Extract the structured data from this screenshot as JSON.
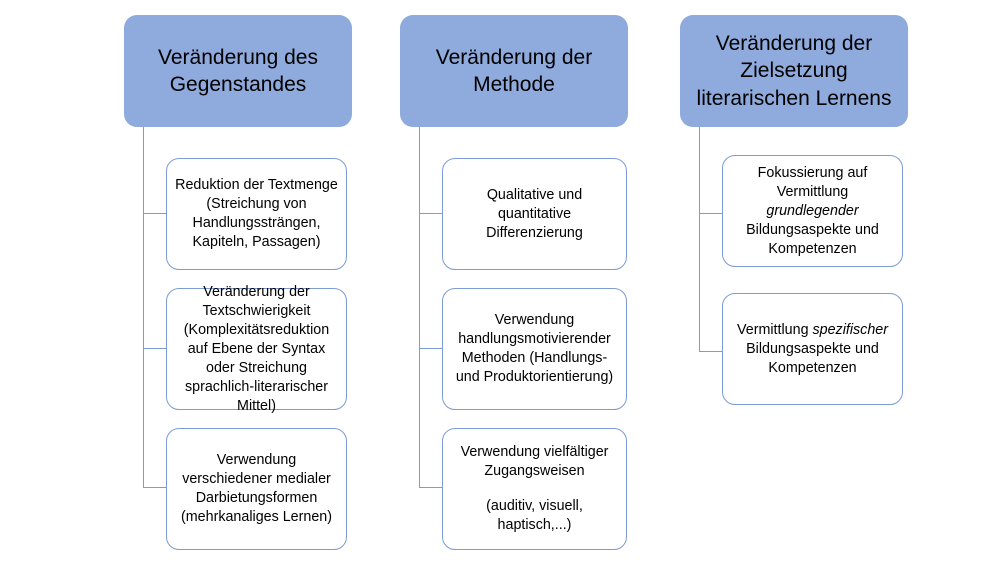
{
  "diagram": {
    "title_implicit": "",
    "accent_fill": "#8FAADC",
    "connector_color": "#7D9BD4",
    "box_border_color": "#7D9BD4",
    "background": "#FFFFFF",
    "columns": [
      {
        "id": "gegenstand",
        "header": "Veränderung des Gegenstandes",
        "items": [
          {
            "id": "reduktion-textmenge",
            "lines": [
              "Reduktion der Textmenge (Streichung von Handlungssträngen, Kapiteln, Passagen)"
            ]
          },
          {
            "id": "textschwierigkeit",
            "lines": [
              "Veränderung der Textschwierigkeit (Komplexitätsreduktion auf Ebene der Syntax oder Streichung sprachlich-literarischer Mittel)"
            ]
          },
          {
            "id": "mediale-darbietungsformen",
            "lines": [
              "Verwendung verschiedener medialer Darbietungsformen (mehrkanaliges Lernen)"
            ]
          }
        ]
      },
      {
        "id": "methode",
        "header": "Veränderung der Methode",
        "items": [
          {
            "id": "qualitative-quantitative",
            "lines": [
              "Qualitative und quantitative Differenzierung"
            ]
          },
          {
            "id": "handlungsmotivierende-methoden",
            "lines": [
              "Verwendung handlungsmotivierender Methoden (Handlungs- und Produktorientierung)"
            ]
          },
          {
            "id": "zugangsweisen",
            "lines": [
              "Verwendung vielfältiger Zugangsweisen",
              "(auditiv, visuell, haptisch,...)"
            ]
          }
        ]
      },
      {
        "id": "zielsetzung",
        "header": "Veränderung der Zielsetzung literarischen Lernens",
        "items": [
          {
            "id": "grundlegende-bildungsaspekte",
            "html_lines": [
              "Fokussierung auf Vermittlung <em>grundlegender</em> Bildungsaspekte und Kompetenzen"
            ]
          },
          {
            "id": "spezifische-bildungsaspekte",
            "html_lines": [
              "Vermittlung <em>spezifischer</em> Bildungsaspekte und Kompetenzen"
            ]
          }
        ]
      }
    ]
  }
}
